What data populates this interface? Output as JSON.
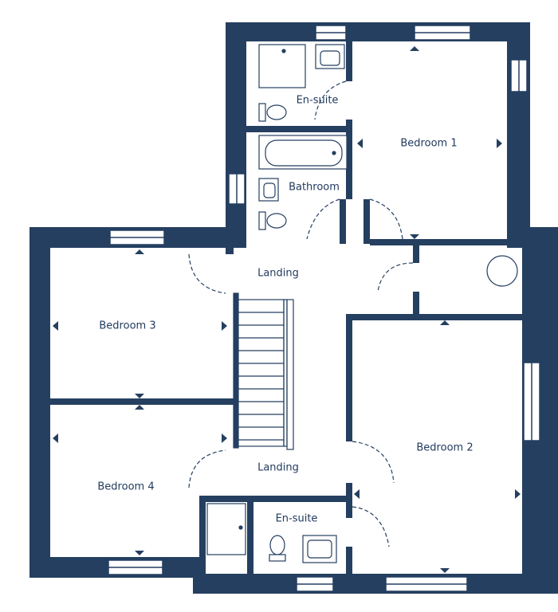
{
  "colors": {
    "wall": "#253f60",
    "line": "#253f60",
    "floor": "#ffffff",
    "label": "#223a5e"
  },
  "rooms": {
    "ensuite_top": "En-suite",
    "bedroom_1": "Bedroom 1",
    "bathroom": "Bathroom",
    "landing_top": "Landing",
    "bedroom_3": "Bedroom 3",
    "bedroom_2": "Bedroom 2",
    "landing_bottom": "Landing",
    "bedroom_4": "Bedroom 4",
    "ensuite_bottom": "En-suite"
  },
  "icons": [
    "window-icon",
    "door-swing-icon",
    "shower-tray-icon",
    "toilet-icon",
    "basin-icon",
    "bath-icon",
    "staircase-icon",
    "cylinder-cupboard-icon",
    "dimension-arrow-icon"
  ]
}
